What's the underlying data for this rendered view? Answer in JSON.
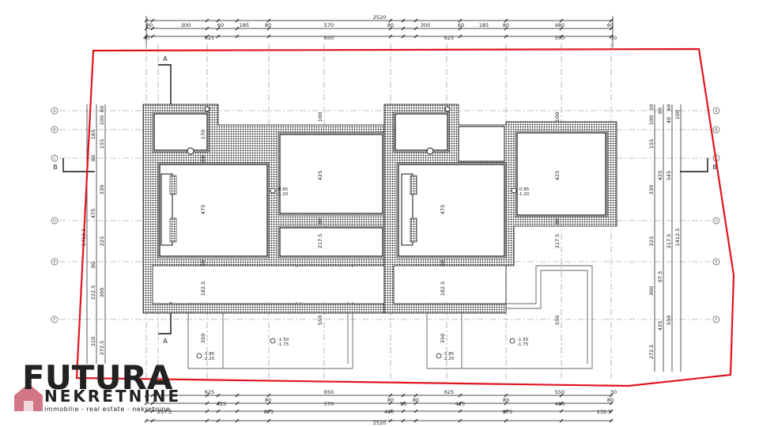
{
  "top_dims": {
    "total": "2520",
    "row1": [
      "80",
      "300",
      "60",
      "185",
      "80",
      "570",
      "80",
      "300",
      "60",
      "185",
      "80",
      "480",
      "60"
    ],
    "row2": [
      "40",
      "625",
      "650",
      "625",
      "550",
      "30"
    ]
  },
  "bottom_dims": {
    "row1": [
      "625",
      "650",
      "625",
      "550",
      "30"
    ],
    "row2": [
      "425",
      "80",
      "570",
      "80",
      "50",
      "80",
      "425",
      "80",
      "480",
      "80"
    ],
    "row3": [
      "257.5",
      "875",
      "400",
      "875",
      "132.5"
    ],
    "total": "2520"
  },
  "left_dims": {
    "outer": [
      "60",
      "100",
      "185",
      "155",
      "80",
      "330",
      "475",
      "225",
      "80",
      "222.5",
      "300",
      "310",
      "272.5"
    ],
    "total": "1412.5"
  },
  "right_dims": {
    "inner": [
      "20",
      "60",
      "100",
      "155",
      "425",
      "330",
      "225",
      "97.5",
      "300",
      "435",
      "272.5"
    ],
    "outer": [
      "60",
      "40",
      "100",
      "545",
      "217.5",
      "550",
      "1412.5"
    ]
  },
  "interior_dims": [
    "100",
    "170",
    "80",
    "425",
    "60",
    "217.5",
    "80",
    "182.5",
    "475",
    "350",
    "550",
    "100",
    "425",
    "60",
    "217.5",
    "182.5",
    "475",
    "350",
    "550",
    "80"
  ],
  "axes": [
    "A",
    "B",
    "C",
    "D",
    "E",
    "F"
  ],
  "section_marks": [
    "A",
    "A",
    "B",
    "B"
  ],
  "levels": {
    "house1_living": [
      "-0.85",
      "-1.20"
    ],
    "house1_terrace": [
      "-1.50",
      "-1.75"
    ],
    "house1_garden": [
      "-1.85",
      "-2.20"
    ],
    "house2_living": [
      "-0.85",
      "-1.20"
    ],
    "house2_terrace": [
      "-1.50",
      "-1.75"
    ],
    "house2_garden": [
      "-1.85",
      "-2.20"
    ]
  },
  "logo": {
    "name": "FUTURA",
    "subtitle": "NEKRETNINE",
    "tagline": "immobilie - real estate - nekretnine"
  },
  "colors": {
    "boundary": "#e0141e",
    "logo": "#b83c50"
  }
}
